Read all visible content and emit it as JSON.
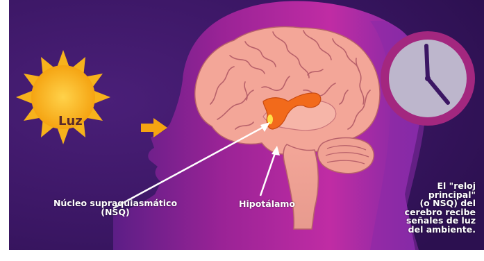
{
  "labels": {
    "sun": "Luz",
    "nsq_line1": "Núcleo supraquiasmático",
    "nsq_line2": "(NSQ)",
    "hypothalamus": "Hipotálamo"
  },
  "caption_lines": [
    "El \"reloj",
    "principal\"",
    "(o NSQ) del",
    "cerebro recibe",
    "señales de luz",
    "del ambiente."
  ],
  "colors": {
    "background": "#3b1663",
    "head": "#a8249a",
    "brain": "#f3a698",
    "hypothalamus": "#f26a1b",
    "sun": "#f7b21c",
    "clock_face": "#bdb6cc",
    "clock_rim": "#a3277f"
  },
  "icons": {
    "sun": "sun-icon",
    "arrow": "arrow-right-icon",
    "clock": "clock-icon"
  }
}
